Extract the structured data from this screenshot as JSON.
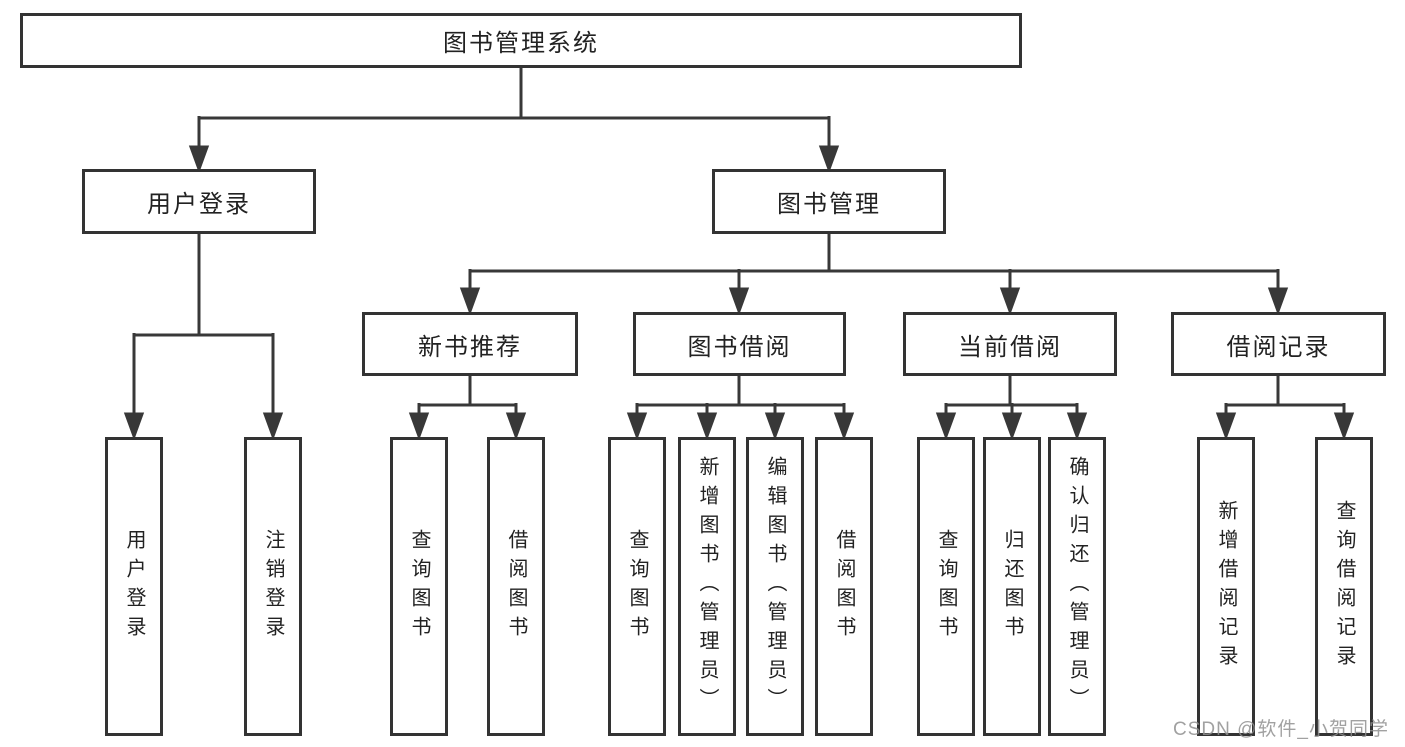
{
  "tree": {
    "label": "图书管理系统",
    "children": [
      {
        "label": "用户登录",
        "children": [
          {
            "label": "用户登录"
          },
          {
            "label": "注销登录"
          }
        ]
      },
      {
        "label": "图书管理",
        "children": [
          {
            "label": "新书推荐",
            "children": [
              {
                "label": "查询图书"
              },
              {
                "label": "借阅图书"
              }
            ]
          },
          {
            "label": "图书借阅",
            "children": [
              {
                "label": "查询图书"
              },
              {
                "label": "新增图书（管理员）"
              },
              {
                "label": "编辑图书（管理员）"
              },
              {
                "label": "借阅图书"
              }
            ]
          },
          {
            "label": "当前借阅",
            "children": [
              {
                "label": "查询图书"
              },
              {
                "label": "归还图书"
              },
              {
                "label": "确认归还（管理员）"
              }
            ]
          },
          {
            "label": "借阅记录",
            "children": [
              {
                "label": "新增借阅记录"
              },
              {
                "label": "查询借阅记录"
              }
            ]
          }
        ]
      }
    ]
  },
  "watermark": {
    "text": "CSDN @软件_小贺同学"
  },
  "colors": {
    "box_border": "#333333",
    "connector": "#383838",
    "text": "#222222",
    "watermark": "#919191",
    "background": "#ffffff"
  }
}
